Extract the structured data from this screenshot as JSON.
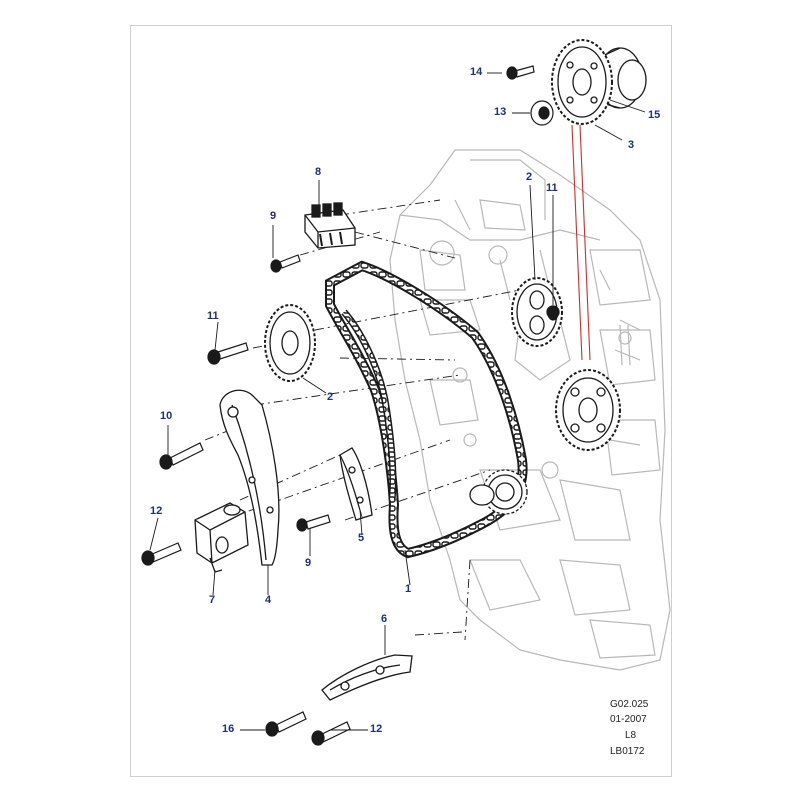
{
  "colors": {
    "line": "#1a1a1a",
    "callout": "#1f2f7a",
    "engine": "#b8b8b8",
    "highlight": "#d42a2a"
  },
  "callouts": {
    "c1": "1",
    "c2a": "2",
    "c2b": "2",
    "c3": "3",
    "c4": "4",
    "c5": "5",
    "c6": "6",
    "c7": "7",
    "c8": "8",
    "c9a": "9",
    "c9b": "9",
    "c10": "10",
    "c11a": "11",
    "c11b": "11",
    "c12a": "12",
    "c12b": "12",
    "c13": "13",
    "c14": "14",
    "c15": "15",
    "c16": "16"
  },
  "reference": {
    "figure": "G02.025",
    "date": "01-2007",
    "model": "L8",
    "code": "LB0172"
  }
}
